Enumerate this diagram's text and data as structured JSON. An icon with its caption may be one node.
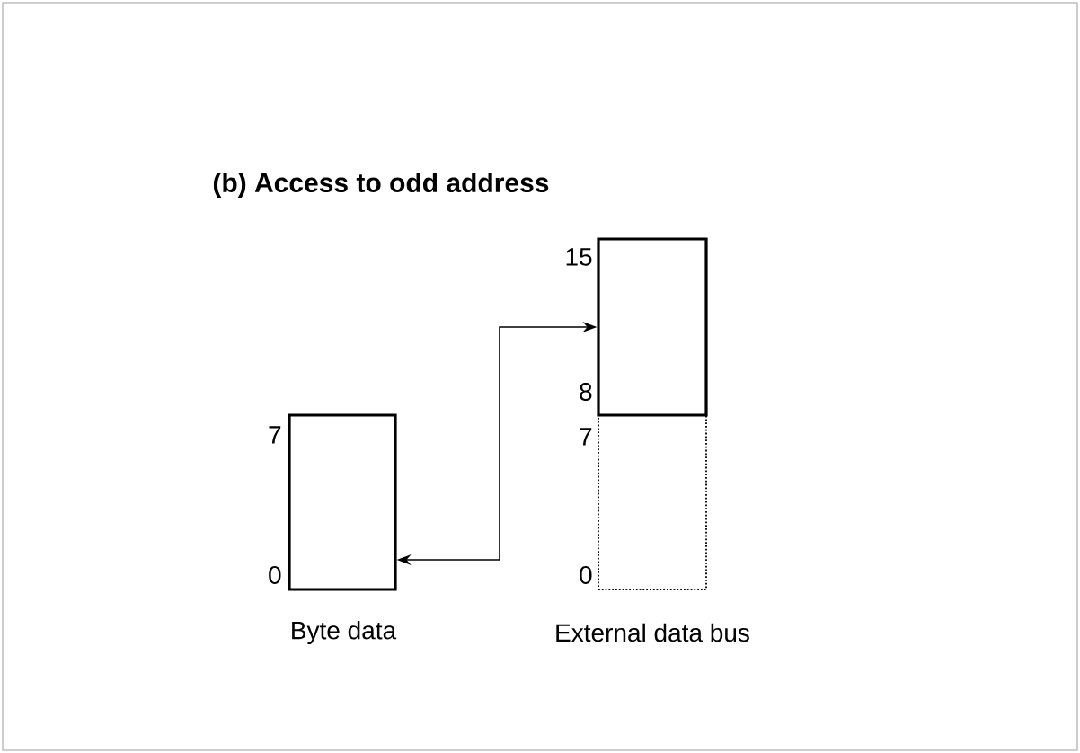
{
  "diagram": {
    "title": "(b) Access to odd address",
    "nodes": [
      {
        "text": [],
        "shape": "box",
        "beside": [
          "Byte data"
        ]
      },
      {
        "text": [],
        "shape": "box"
      },
      {
        "text": [],
        "shape": "box",
        "beside": [
          "External data bus"
        ]
      }
    ],
    "edges": [
      {
        "from": 0,
        "to": 1,
        "arrow": "both"
      }
    ],
    "labels": [
      "15",
      "8",
      "7",
      "7",
      "0",
      "0"
    ]
  }
}
